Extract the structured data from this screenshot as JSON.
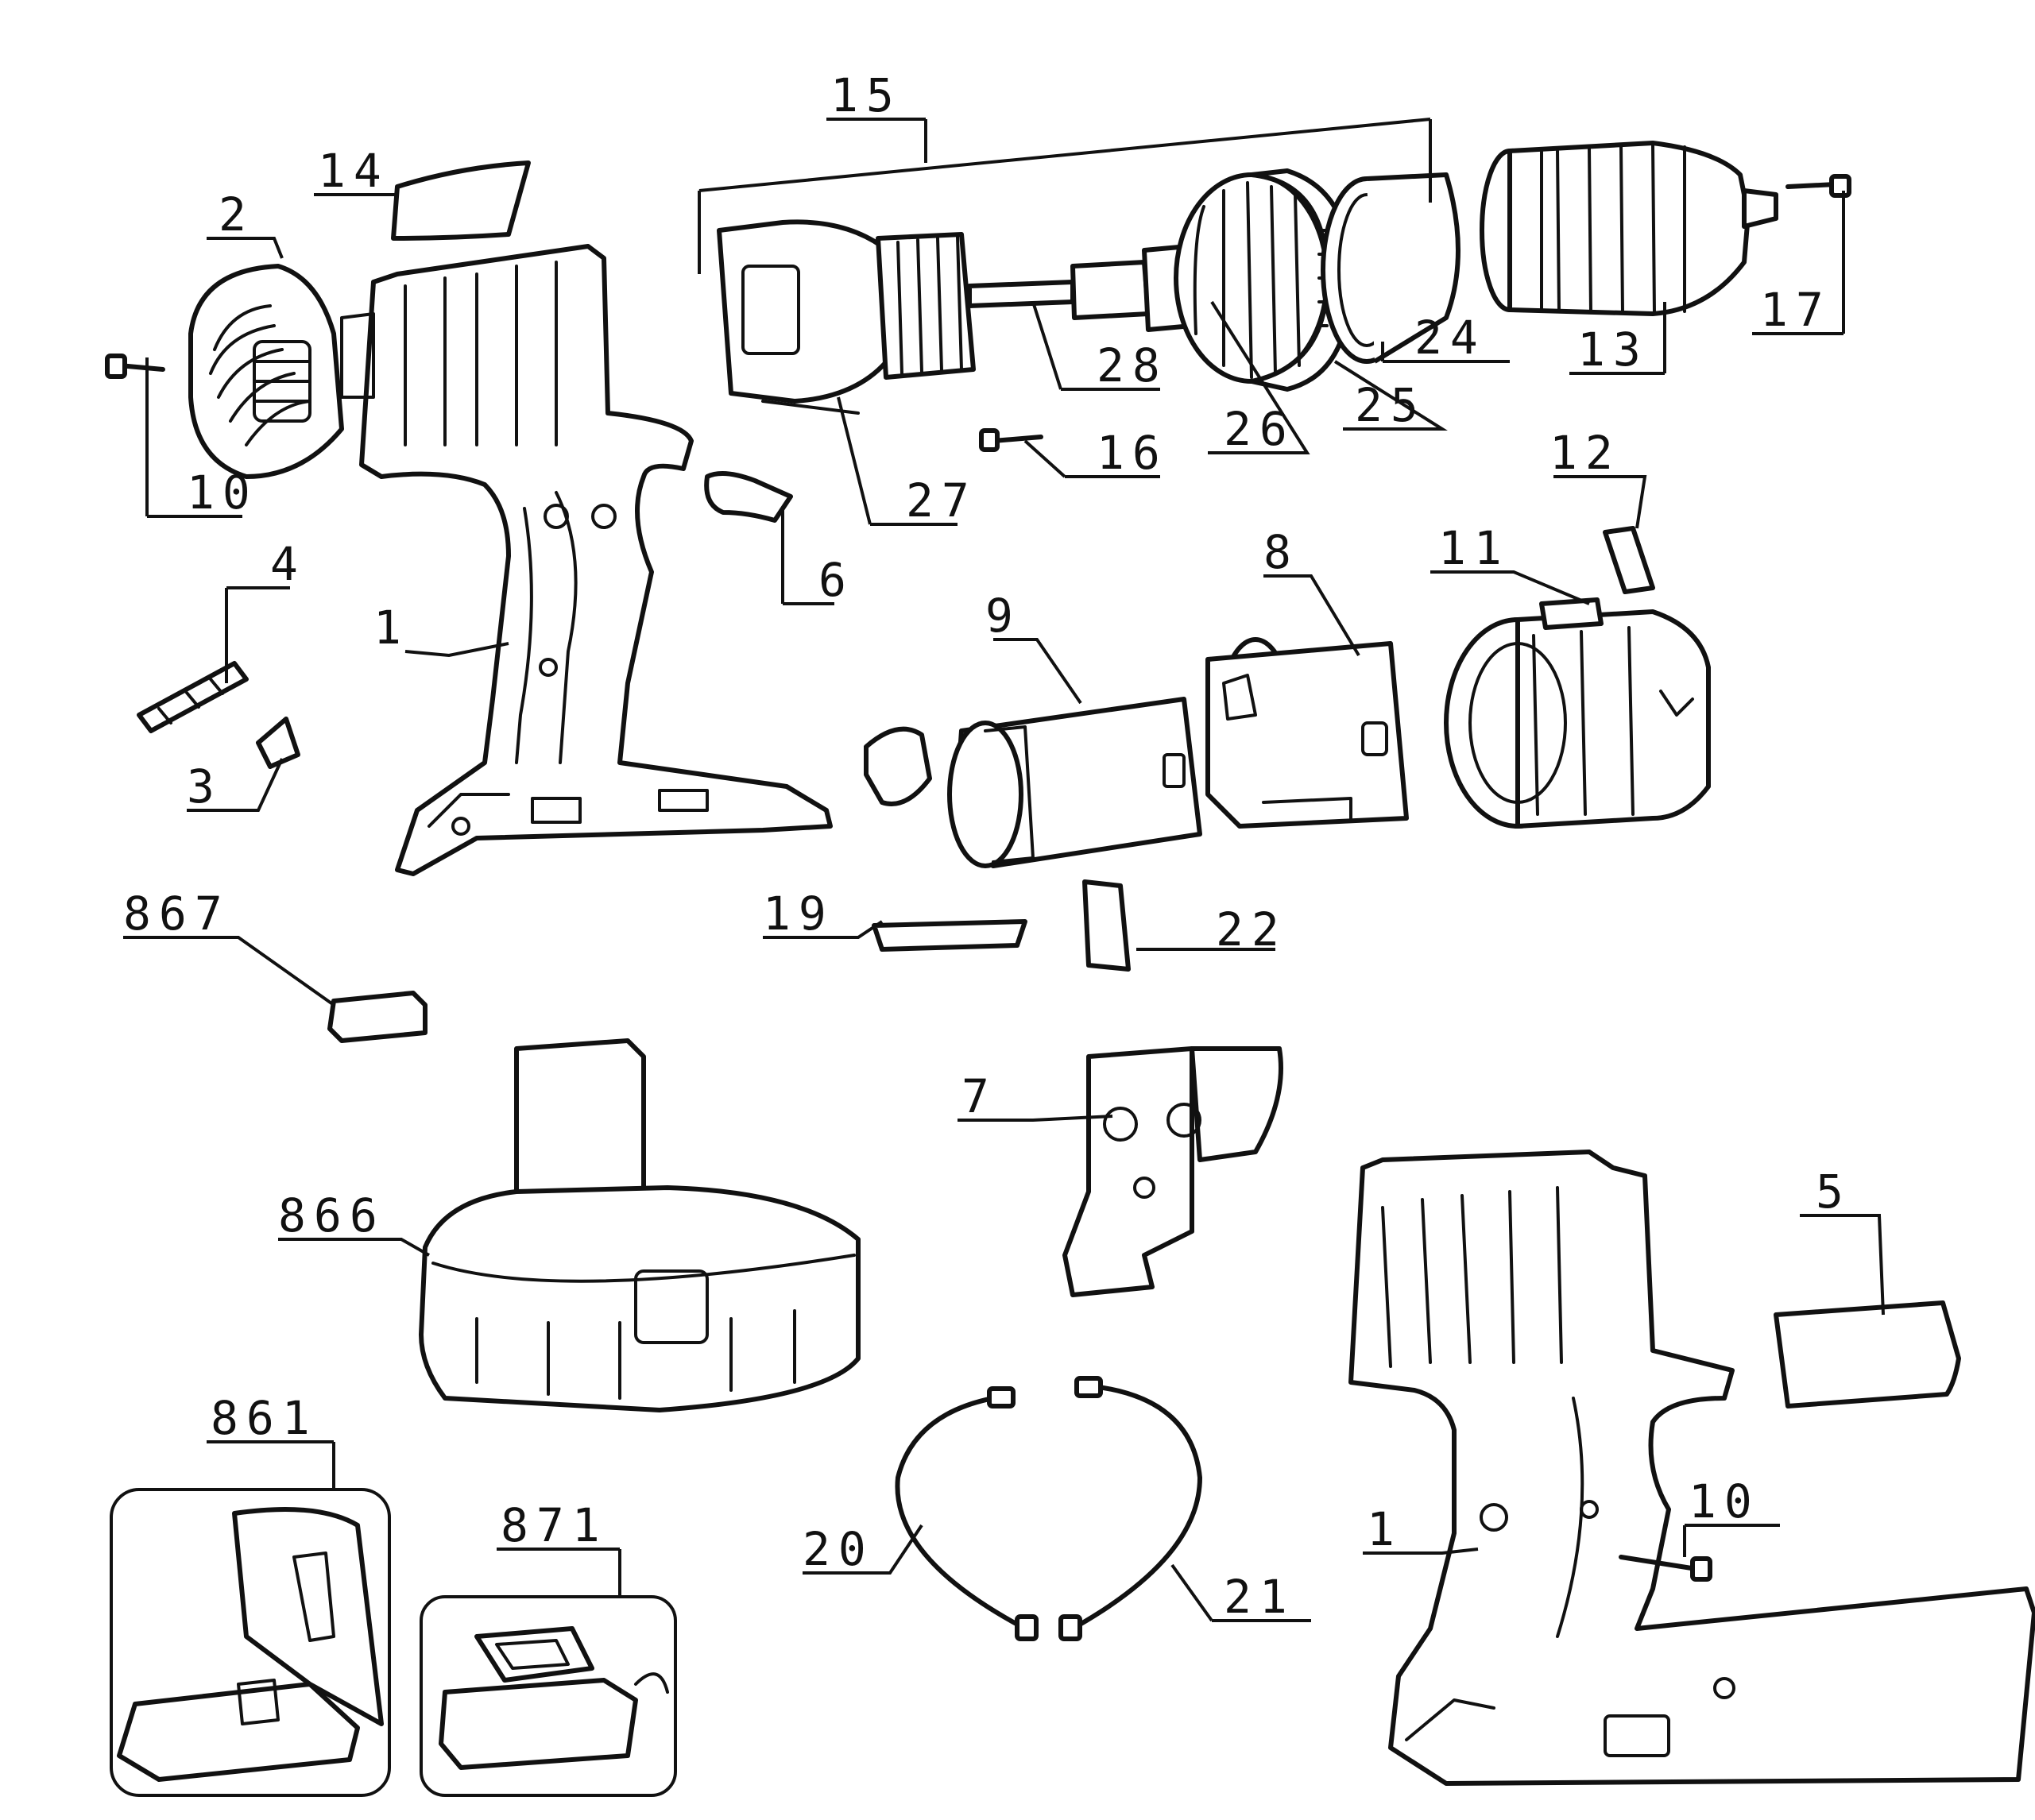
{
  "labels": {
    "p15": "15",
    "p14": "14",
    "p2": "2",
    "p10a": "10",
    "p4": "4",
    "p3": "3",
    "p1a": "1",
    "p6": "6",
    "p27": "27",
    "p16": "16",
    "p28": "28",
    "p26": "26",
    "p25": "25",
    "p24": "24",
    "p13": "13",
    "p17": "17",
    "p12": "12",
    "p11": "11",
    "p8": "8",
    "p9": "9",
    "p19": "19",
    "p22": "22",
    "p867": "867",
    "p866": "866",
    "p7": "7",
    "p5": "5",
    "p861": "861",
    "p871": "871",
    "p20": "20",
    "p21": "21",
    "p1b": "1",
    "p10b": "10"
  },
  "colors": {
    "ink": "#111111",
    "paper": "#ffffff",
    "shade": "#e9e9e9"
  }
}
